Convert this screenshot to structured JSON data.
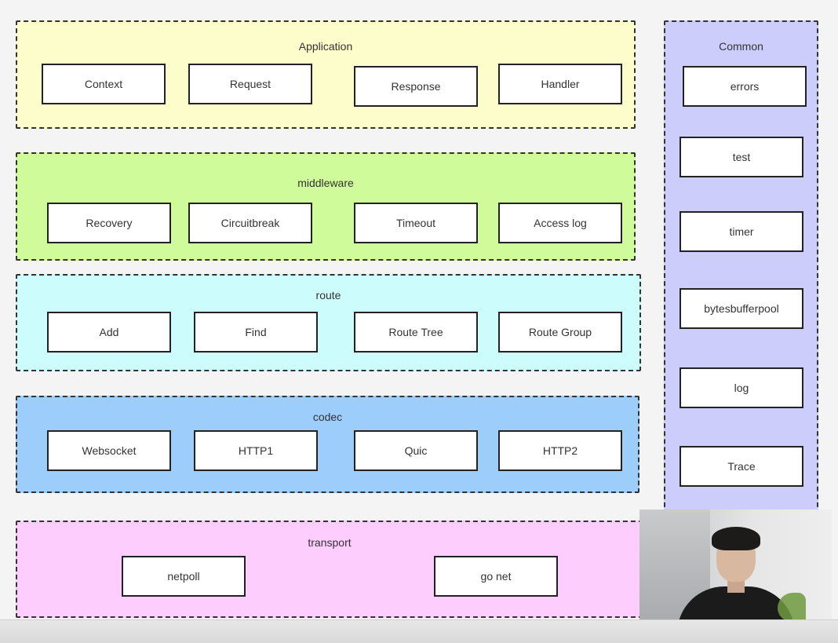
{
  "application": {
    "title": "Application",
    "items": [
      "Context",
      "Request",
      "Response",
      "Handler"
    ],
    "color": "#fdfccb"
  },
  "middleware": {
    "title": "middleware",
    "items": [
      "Recovery",
      "Circuitbreak",
      "Timeout",
      "Access log"
    ],
    "color": "#cffb9b"
  },
  "route": {
    "title": "route",
    "items": [
      "Add",
      "Find",
      "Route Tree",
      "Route Group"
    ],
    "color": "#cdfcfd"
  },
  "codec": {
    "title": "codec",
    "items": [
      "Websocket",
      "HTTP1",
      "Quic",
      "HTTP2"
    ],
    "color": "#9dcdfb"
  },
  "transport": {
    "title": "transport",
    "items": [
      "netpoll",
      "go net"
    ],
    "color": "#fccdfd"
  },
  "common": {
    "title": "Common",
    "items": [
      "errors",
      "test",
      "timer",
      "bytesbufferpool",
      "log",
      "Trace"
    ],
    "color": "#cdcdfc"
  }
}
